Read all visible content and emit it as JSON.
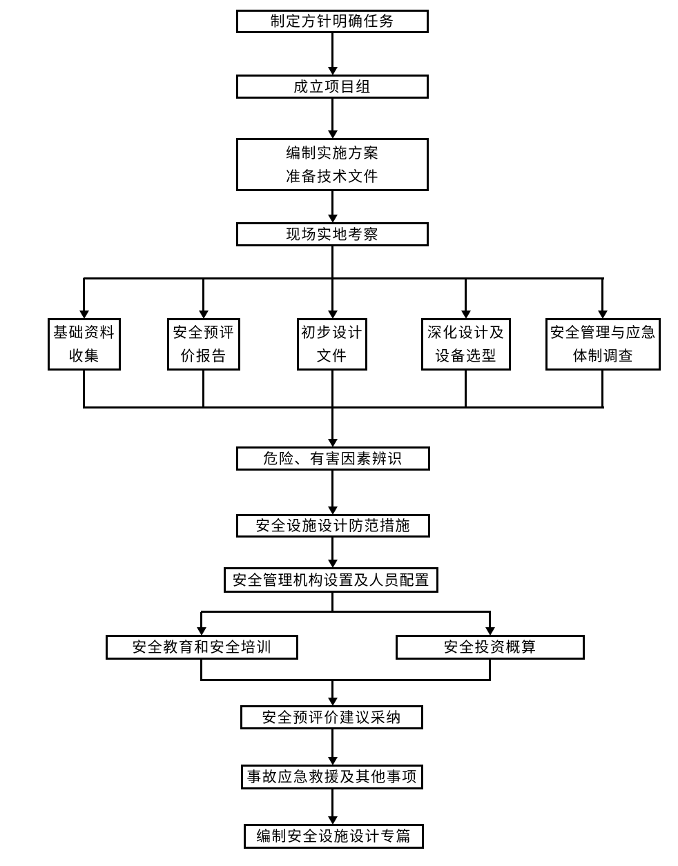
{
  "diagram": {
    "type": "flowchart",
    "colors": {
      "line": "#000000",
      "background": "#ffffff",
      "text": "#000000"
    },
    "nodes": {
      "n1": {
        "label": "制定方针明确任务"
      },
      "n2": {
        "label": "成立项目组"
      },
      "n3": {
        "label": "编制实施方案\n准备技术文件"
      },
      "n4": {
        "label": "现场实地考察"
      },
      "b1": {
        "label": "基础资料\n收集"
      },
      "b2": {
        "label": "安全预评\n价报告"
      },
      "b3": {
        "label": "初步设计\n文件"
      },
      "b4": {
        "label": "深化设计及\n设备选型"
      },
      "b5": {
        "label": "安全管理与应急\n体制调查"
      },
      "n5": {
        "label": "危险、有害因素辨识"
      },
      "n6": {
        "label": "安全设施设计防范措施"
      },
      "n7": {
        "label": "安全管理机构设置及人员配置"
      },
      "c1": {
        "label": "安全教育和安全培训"
      },
      "c2": {
        "label": "安全投资概算"
      },
      "n8": {
        "label": "安全预评价建议采纳"
      },
      "n9": {
        "label": "事故应急救援及其他事项"
      },
      "n10": {
        "label": "编制安全设施设计专篇"
      }
    },
    "edges": [
      {
        "from": "制定方针明确任务",
        "to": "成立项目组"
      },
      {
        "from": "成立项目组",
        "to": "编制实施方案 准备技术文件"
      },
      {
        "from": "编制实施方案 准备技术文件",
        "to": "现场实地考察"
      },
      {
        "from": "现场实地考察",
        "to": "基础资料收集"
      },
      {
        "from": "现场实地考察",
        "to": "安全预评价报告"
      },
      {
        "from": "现场实地考察",
        "to": "初步设计文件"
      },
      {
        "from": "现场实地考察",
        "to": "深化设计及设备选型"
      },
      {
        "from": "现场实地考察",
        "to": "安全管理与应急体制调查"
      },
      {
        "from": "基础资料收集",
        "to": "危险、有害因素辨识"
      },
      {
        "from": "安全预评价报告",
        "to": "危险、有害因素辨识"
      },
      {
        "from": "初步设计文件",
        "to": "危险、有害因素辨识"
      },
      {
        "from": "深化设计及设备选型",
        "to": "危险、有害因素辨识"
      },
      {
        "from": "安全管理与应急体制调查",
        "to": "危险、有害因素辨识"
      },
      {
        "from": "危险、有害因素辨识",
        "to": "安全设施设计防范措施"
      },
      {
        "from": "安全设施设计防范措施",
        "to": "安全管理机构设置及人员配置"
      },
      {
        "from": "安全管理机构设置及人员配置",
        "to": "安全教育和安全培训"
      },
      {
        "from": "安全管理机构设置及人员配置",
        "to": "安全投资概算"
      },
      {
        "from": "安全教育和安全培训",
        "to": "安全预评价建议采纳"
      },
      {
        "from": "安全投资概算",
        "to": "安全预评价建议采纳"
      },
      {
        "from": "安全预评价建议采纳",
        "to": "事故应急救援及其他事项"
      },
      {
        "from": "事故应急救援及其他事项",
        "to": "编制安全设施设计专篇"
      }
    ]
  }
}
